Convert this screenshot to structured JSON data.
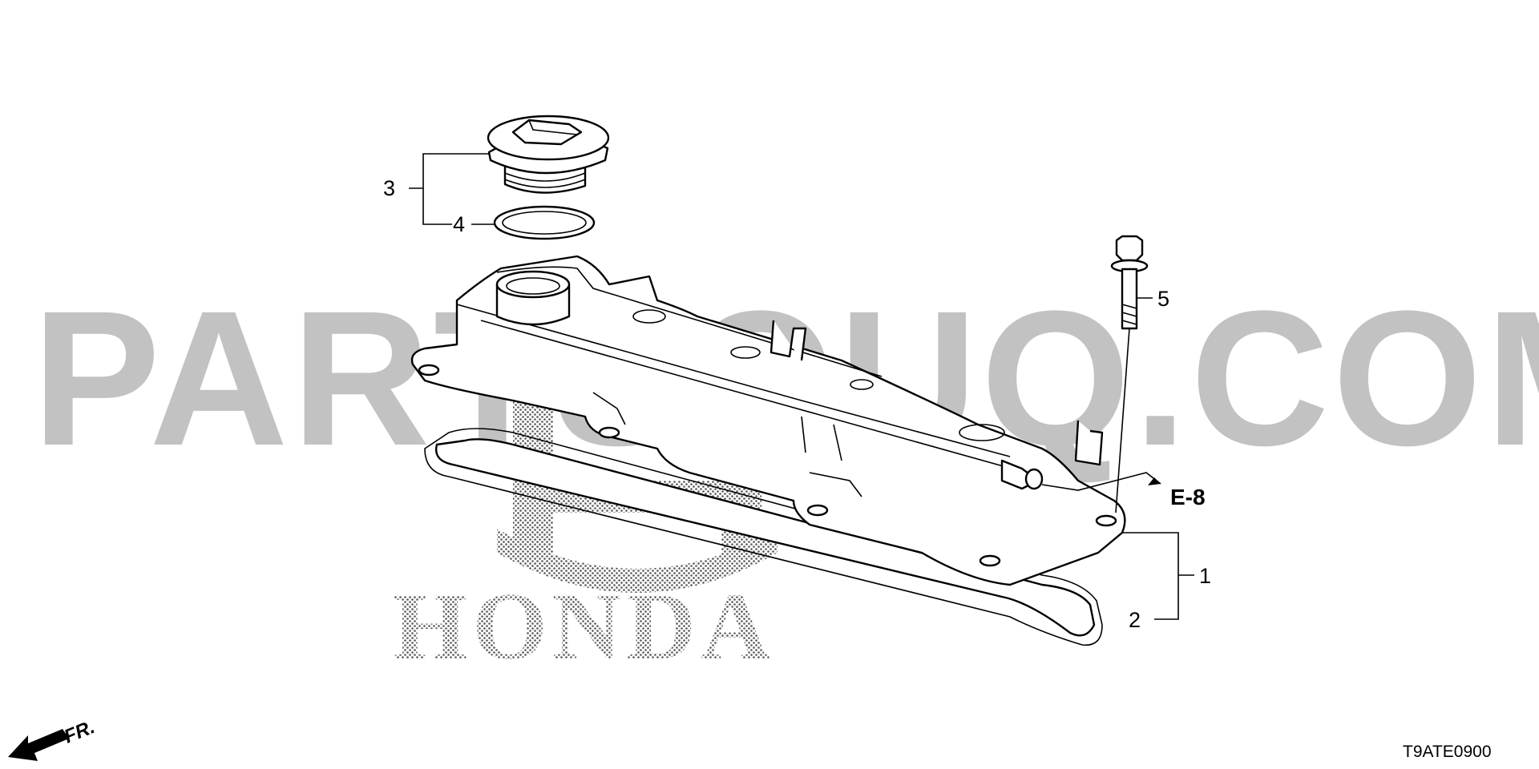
{
  "diagram": {
    "callouts": [
      {
        "id": "1",
        "label": "1"
      },
      {
        "id": "2",
        "label": "2"
      },
      {
        "id": "3",
        "label": "3"
      },
      {
        "id": "4",
        "label": "4"
      },
      {
        "id": "5",
        "label": "5"
      }
    ],
    "reference_label": "E-8",
    "direction_label": "FR.",
    "diagram_code": "T9ATE0900",
    "watermark_text": "PARTSOUQ.COM",
    "brand_text": "HONDA",
    "colors": {
      "line": "#000000",
      "watermark": "#b8b8b8",
      "background": "#ffffff"
    }
  }
}
